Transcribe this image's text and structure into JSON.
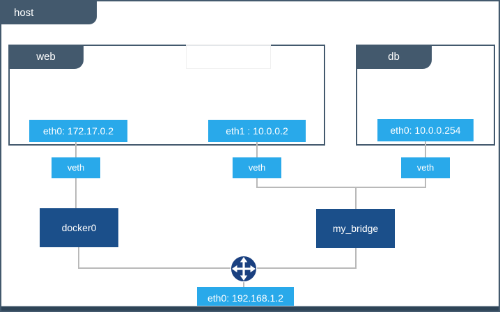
{
  "host": {
    "label": "host"
  },
  "containers": [
    {
      "label": "web",
      "interfaces": [
        {
          "label": "eth0: 172.17.0.2"
        },
        {
          "label": "eth1 : 10.0.0.2"
        }
      ]
    },
    {
      "label": "db",
      "interfaces": [
        {
          "label": "eth0: 10.0.0.254"
        }
      ]
    }
  ],
  "veth_label": "veth",
  "bridges": [
    {
      "label": "docker0"
    },
    {
      "label": "my_bridge"
    }
  ],
  "host_interface": {
    "label": "eth0: 192.168.1.2"
  },
  "icons": {
    "router": "router-crossed-arrows-icon"
  },
  "colors": {
    "slate": "#43596d",
    "light_blue": "#29a9ea",
    "navy": "#1b4f8a",
    "router_navy": "#1a4080",
    "connector_gray": "#b9b9b9",
    "bottom_bar": "#2e4457"
  }
}
